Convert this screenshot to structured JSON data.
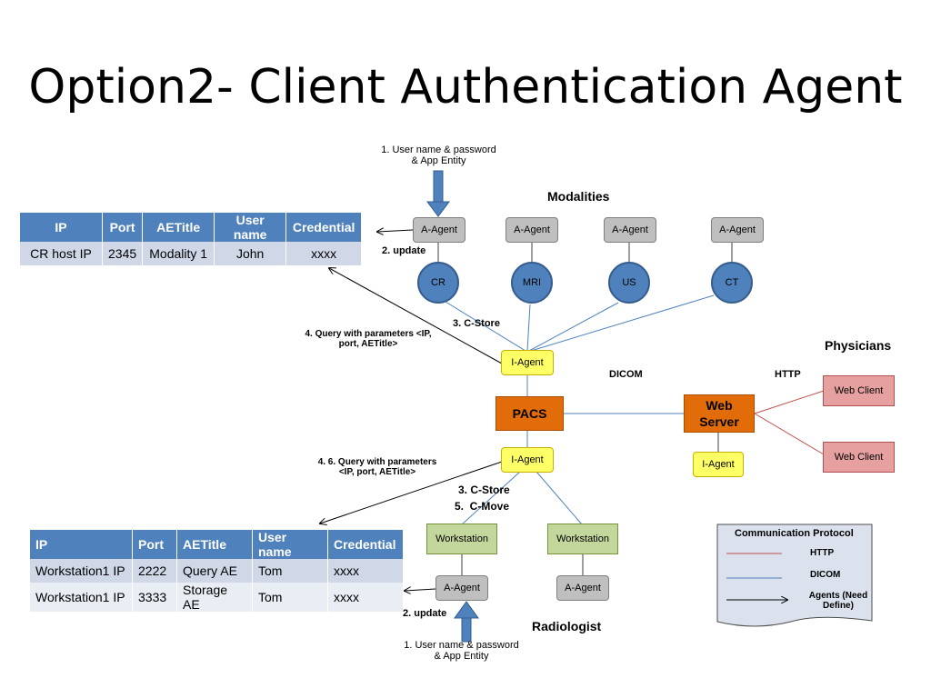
{
  "title": "Option2- Client Authentication Agent",
  "headings": {
    "modalities": "Modalities",
    "physicians": "Physicians",
    "radiologist": "Radiologist"
  },
  "nodes": {
    "a_agent": "A-Agent",
    "i_agent": "I-Agent",
    "cr": "CR",
    "mri": "MRI",
    "us": "US",
    "ct": "CT",
    "pacs": "PACS",
    "web_server_l1": "Web",
    "web_server_l2": "Server",
    "web_client": "Web Client",
    "workstation": "Workstation"
  },
  "labels": {
    "login_top_l1": "1. User name & password",
    "login_top_l2": "& App Entity",
    "update_top": "2. update",
    "cstore_top": "3. C-Store",
    "query_top_l1": "4. Query with parameters <IP,",
    "query_top_l2": "port, AETitle>",
    "dicom": "DICOM",
    "http": "HTTP",
    "query_bottom_l1": "4. 6. Query with parameters",
    "query_bottom_l2": "<IP, port, AETitle>",
    "cstore_bottom": "3. C-Store",
    "cmove_bottom": "5.  C-Move",
    "update_bottom": "2. update",
    "login_bottom_l1": "1. User name & password",
    "login_bottom_l2": "& App Entity"
  },
  "table_modality": {
    "headers": [
      "IP",
      "Port",
      "AETitle",
      "User name",
      "Credential"
    ],
    "rows": [
      [
        "CR host IP",
        "2345",
        "Modality 1",
        "John",
        "xxxx"
      ]
    ]
  },
  "table_workstation": {
    "headers": [
      "IP",
      "Port",
      "AETitle",
      "User name",
      "Credential"
    ],
    "rows": [
      [
        "Workstation1 IP",
        "2222",
        "Query AE",
        "Tom",
        "xxxx"
      ],
      [
        "Workstation1 IP",
        "3333",
        "Storage AE",
        "Tom",
        "xxxx"
      ]
    ]
  },
  "legend": {
    "title": "Communication Protocol",
    "http": "HTTP",
    "dicom": "DICOM",
    "agents_l1": "Agents (Need",
    "agents_l2": "Define)"
  },
  "colors": {
    "http_line": "#c0504d",
    "dicom_line": "#4f81bd",
    "agent_arrow": "#000000"
  }
}
